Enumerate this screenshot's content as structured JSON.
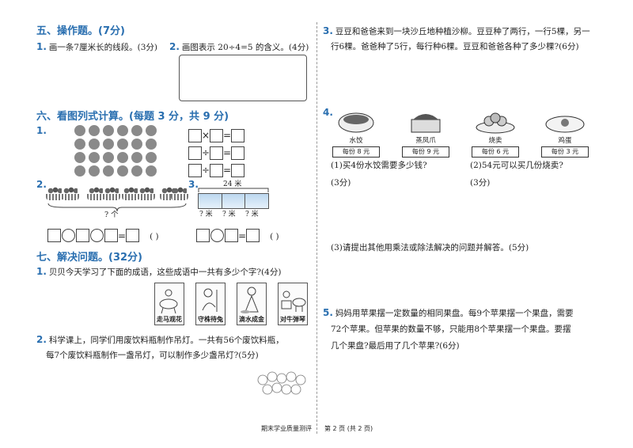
{
  "section5": {
    "title": "五、操作题。(7分)",
    "q1": {
      "num": "1.",
      "text": "画一条7厘米长的线段。(3分)"
    },
    "q2": {
      "num": "2.",
      "text": "画图表示 20÷4=5 的含义。(4分)"
    }
  },
  "section6": {
    "title": "六、看图列式计算。(每题 3 分，共 9 分)",
    "q1": {
      "num": "1.",
      "ops": [
        "×",
        "=",
        "÷",
        "=",
        "÷",
        "="
      ]
    },
    "q2": {
      "num": "2.",
      "label": "? 个",
      "paren": "(    )"
    },
    "q3": {
      "num": "3.",
      "total": "24 米",
      "seg": "? 米",
      "paren": "(    )"
    }
  },
  "section7": {
    "title": "七、解决问题。(32分)",
    "q1": {
      "num": "1.",
      "text": "贝贝今天学习了下面的成语，这些成语中一共有多少个字?(4分)",
      "idioms": [
        "走马观花",
        "守株待兔",
        "滴水成金",
        "对牛弹琴"
      ]
    },
    "q2": {
      "num": "2.",
      "line1": "科学课上，同学们用废饮料瓶制作吊灯。一共有56个废饮料瓶，",
      "line2": "每7个废饮料瓶制作一盏吊灯，可以制作多少盏吊灯?(5分)"
    }
  },
  "right": {
    "q3": {
      "num": "3.",
      "line1": "豆豆和爸爸来到一块沙丘地种植沙柳。豆豆种了两行，一行5棵，另一",
      "line2": "行6棵。爸爸种了5行，每行种6棵。豆豆和爸爸各种了多少棵?(6分)"
    },
    "q4": {
      "num": "4.",
      "foods": [
        {
          "name": "水饺",
          "price": "每份 8 元"
        },
        {
          "name": "蒸凤爪",
          "price": "每份 9 元"
        },
        {
          "name": "烧卖",
          "price": "每份 6 元"
        },
        {
          "name": "鸡蛋",
          "price": "每份 3 元"
        }
      ],
      "sub1": "(1)买4份水饺需要多少钱?",
      "sub2": "(2)54元可以买几份烧卖?",
      "score1": "(3分)",
      "score2": "(3分)",
      "sub3": "(3)请提出其他用乘法或除法解决的问题并解答。(5分)"
    },
    "q5": {
      "num": "5.",
      "line1": "妈妈用苹果摆一定数量的相同果盘。每9个苹果摆一个果盘，需要",
      "line2": "72个苹果。但苹果的数量不够，只能用8个苹果摆一个果盘。要摆",
      "line3": "几个果盘?最后用了几个苹果?(6分)"
    }
  },
  "footer": {
    "left": "期末学业质量测评",
    "page": "第 2 页 (共 2 页)"
  },
  "colors": {
    "accent": "#2a6fb0"
  }
}
